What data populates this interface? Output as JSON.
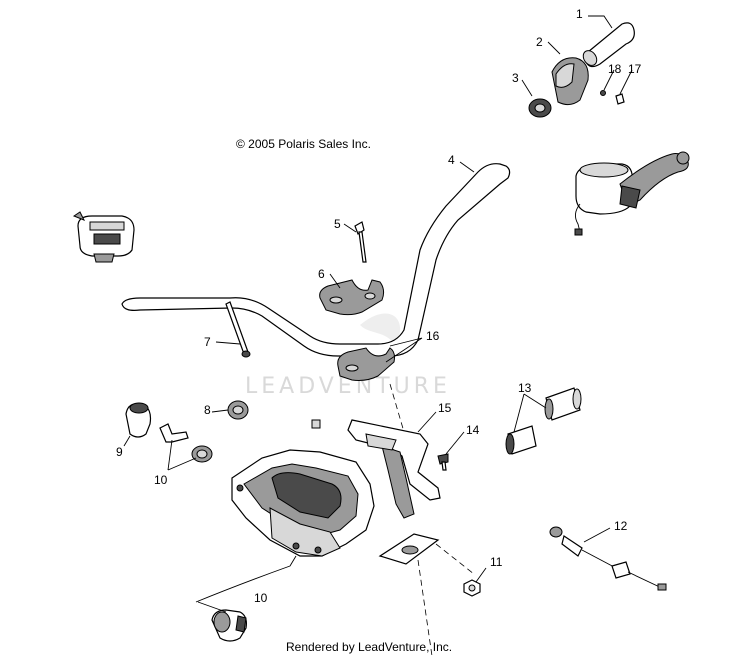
{
  "diagram": {
    "copyright": "© 2005 Polaris Sales Inc.",
    "watermark": "LEADVENTURE",
    "footer": "Rendered by LeadVenture, Inc.",
    "callouts": {
      "c1": "1",
      "c2": "2",
      "c3": "3",
      "c4": "4",
      "c5": "5",
      "c6": "6",
      "c7": "7",
      "c8": "8",
      "c9": "9",
      "c10a": "10",
      "c10b": "10",
      "c11": "11",
      "c12": "12",
      "c13": "13",
      "c14": "14",
      "c15": "15",
      "c16": "16",
      "c17": "17",
      "c18": "18"
    }
  }
}
